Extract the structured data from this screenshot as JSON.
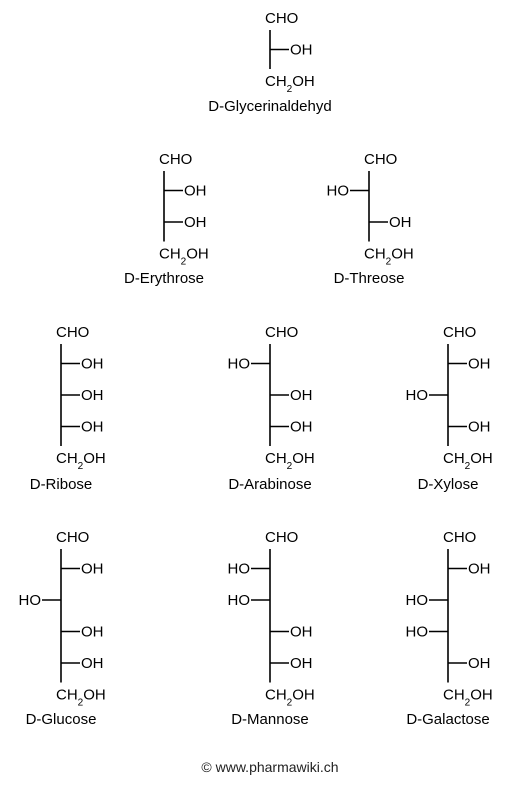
{
  "molecules": [
    {
      "name": "D-Glycerinaldehyd",
      "top": "CHO",
      "bottom": "CH2OH",
      "centers": [
        {
          "side": "right",
          "label": "OH"
        }
      ]
    },
    {
      "name": "D-Erythrose",
      "top": "CHO",
      "bottom": "CH2OH",
      "centers": [
        {
          "side": "right",
          "label": "OH"
        },
        {
          "side": "right",
          "label": "OH"
        }
      ]
    },
    {
      "name": "D-Threose",
      "top": "CHO",
      "bottom": "CH2OH",
      "centers": [
        {
          "side": "left",
          "label": "HO"
        },
        {
          "side": "right",
          "label": "OH"
        }
      ]
    },
    {
      "name": "D-Ribose",
      "top": "CHO",
      "bottom": "CH2OH",
      "centers": [
        {
          "side": "right",
          "label": "OH"
        },
        {
          "side": "right",
          "label": "OH"
        },
        {
          "side": "right",
          "label": "OH"
        }
      ]
    },
    {
      "name": "D-Arabinose",
      "top": "CHO",
      "bottom": "CH2OH",
      "centers": [
        {
          "side": "left",
          "label": "HO"
        },
        {
          "side": "right",
          "label": "OH"
        },
        {
          "side": "right",
          "label": "OH"
        }
      ]
    },
    {
      "name": "D-Xylose",
      "top": "CHO",
      "bottom": "CH2OH",
      "centers": [
        {
          "side": "right",
          "label": "OH"
        },
        {
          "side": "left",
          "label": "HO"
        },
        {
          "side": "right",
          "label": "OH"
        }
      ]
    },
    {
      "name": "D-Glucose",
      "top": "CHO",
      "bottom": "CH2OH",
      "centers": [
        {
          "side": "right",
          "label": "OH"
        },
        {
          "side": "left",
          "label": "HO"
        },
        {
          "side": "right",
          "label": "OH"
        },
        {
          "side": "right",
          "label": "OH"
        }
      ]
    },
    {
      "name": "D-Mannose",
      "top": "CHO",
      "bottom": "CH2OH",
      "centers": [
        {
          "side": "left",
          "label": "HO"
        },
        {
          "side": "left",
          "label": "HO"
        },
        {
          "side": "right",
          "label": "OH"
        },
        {
          "side": "right",
          "label": "OH"
        }
      ]
    },
    {
      "name": "D-Galactose",
      "top": "CHO",
      "bottom": "CH2OH",
      "centers": [
        {
          "side": "right",
          "label": "OH"
        },
        {
          "side": "left",
          "label": "HO"
        },
        {
          "side": "left",
          "label": "HO"
        },
        {
          "side": "right",
          "label": "OH"
        }
      ]
    }
  ],
  "footer": {
    "copyright": "© www.pharmawiki.ch"
  }
}
